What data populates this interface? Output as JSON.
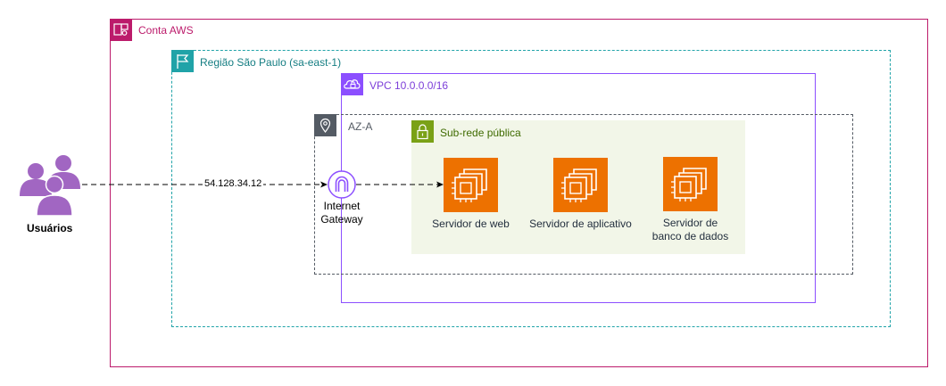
{
  "account": {
    "label": "Conta AWS",
    "color": "#bc1b6b"
  },
  "region": {
    "label": "Região São Paulo (sa-east-1)",
    "color": "#20a3a8"
  },
  "vpc": {
    "label": "VPC 10.0.0.0/16",
    "color": "#8c4fff"
  },
  "az": {
    "label": "AZ-A",
    "color": "#545b64"
  },
  "subnet": {
    "label": "Sub-rede pública",
    "color": "#7aa116",
    "fill": "#f2f6e8"
  },
  "users": {
    "label": "Usuários",
    "color": "#a166c2"
  },
  "gateway": {
    "line1": "Internet",
    "line2": "Gateway",
    "color": "#8c4fff"
  },
  "edge": {
    "ip_label": "54.128.34.12"
  },
  "servers": [
    {
      "line1": "Servidor de web",
      "line2": ""
    },
    {
      "line1": "Servidor de aplicativo",
      "line2": ""
    },
    {
      "line1": "Servidor de",
      "line2": "banco de dados"
    }
  ],
  "ec2_color": "#ed7100"
}
